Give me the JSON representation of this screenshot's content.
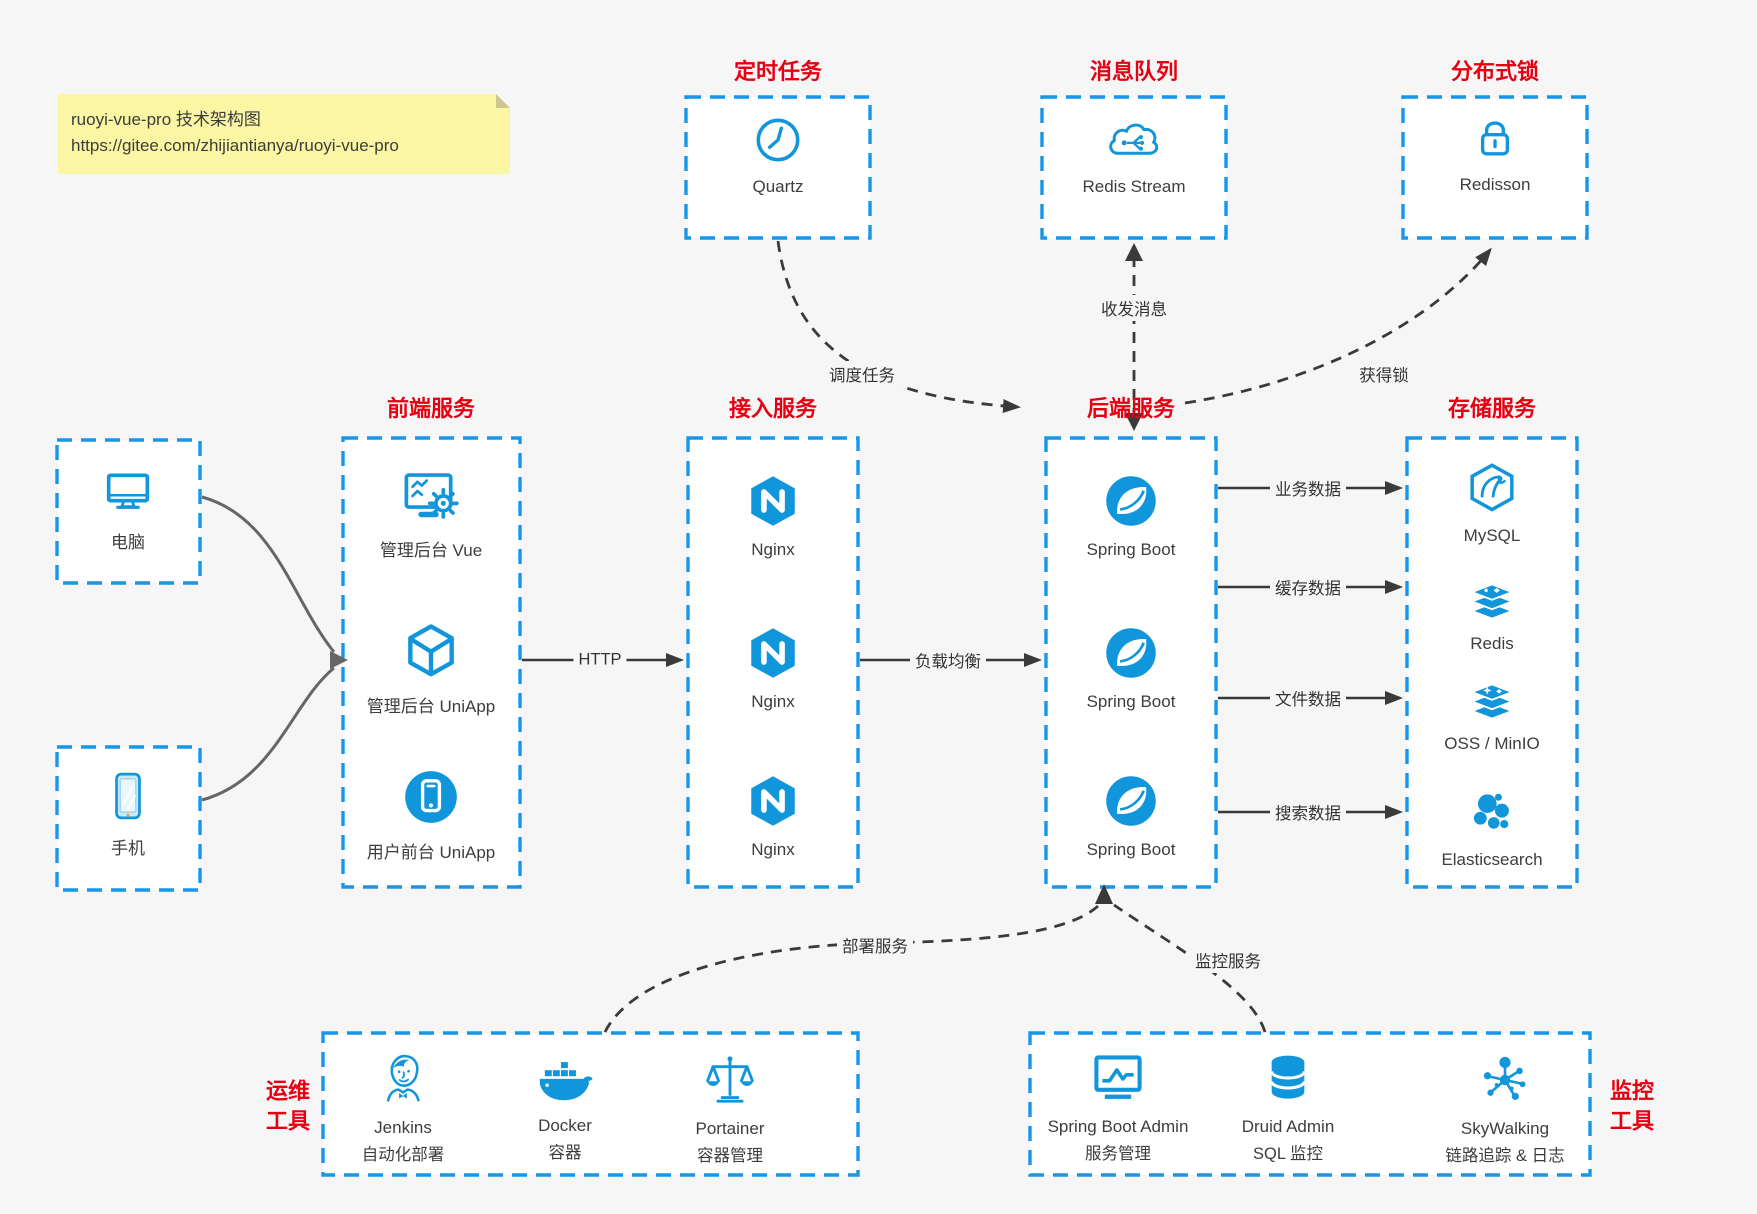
{
  "title_note": {
    "line1": "ruoyi-vue-pro 技术架构图",
    "line2": "https://gitee.com/zhijiantianya/ruoyi-vue-pro"
  },
  "colors": {
    "icon_blue": "#1296db",
    "border_blue": "#1697e8",
    "title_red": "#e60012",
    "canvas_bg": "#f6f6f7",
    "box_bg": "#ffffff",
    "note_bg": "#fbf6a3",
    "line_dark": "#3a3a3a",
    "line_gray": "#666666",
    "label_text": "#3d3d3d"
  },
  "groups": {
    "scheduled_job": {
      "title": "定时任务",
      "items": [
        {
          "label": "Quartz",
          "icon": "clock-icon"
        }
      ]
    },
    "message_queue": {
      "title": "消息队列",
      "items": [
        {
          "label": "Redis Stream",
          "icon": "cloud-network-icon"
        }
      ]
    },
    "distributed_lock": {
      "title": "分布式锁",
      "items": [
        {
          "label": "Redisson",
          "icon": "lock-icon"
        }
      ]
    },
    "clients": {
      "items": [
        {
          "label": "电脑",
          "icon": "desktop-icon"
        },
        {
          "label": "手机",
          "icon": "smartphone-icon"
        }
      ]
    },
    "frontend": {
      "title": "前端服务",
      "items": [
        {
          "label": "管理后台 Vue",
          "icon": "admin-screen-gear-icon"
        },
        {
          "label": "管理后台 UniApp",
          "icon": "uniapp-cube-icon"
        },
        {
          "label": "用户前台 UniApp",
          "icon": "mobile-app-circle-icon"
        }
      ]
    },
    "gateway": {
      "title": "接入服务",
      "items": [
        {
          "label": "Nginx",
          "icon": "nginx-hexagon-icon"
        },
        {
          "label": "Nginx",
          "icon": "nginx-hexagon-icon"
        },
        {
          "label": "Nginx",
          "icon": "nginx-hexagon-icon"
        }
      ]
    },
    "backend": {
      "title": "后端服务",
      "items": [
        {
          "label": "Spring Boot",
          "icon": "spring-leaf-icon"
        },
        {
          "label": "Spring Boot",
          "icon": "spring-leaf-icon"
        },
        {
          "label": "Spring Boot",
          "icon": "spring-leaf-icon"
        }
      ]
    },
    "storage": {
      "title": "存储服务",
      "items": [
        {
          "label": "MySQL",
          "icon": "mysql-dolphin-icon"
        },
        {
          "label": "Redis",
          "icon": "redis-stack-icon"
        },
        {
          "label": "OSS / MinIO",
          "icon": "oss-stack-icon"
        },
        {
          "label": "Elasticsearch",
          "icon": "elasticsearch-cluster-icon"
        }
      ]
    },
    "devops_tools": {
      "title": "运维工具",
      "items": [
        {
          "label": "Jenkins",
          "sub": "自动化部署",
          "icon": "jenkins-icon"
        },
        {
          "label": "Docker",
          "sub": "容器",
          "icon": "docker-whale-icon"
        },
        {
          "label": "Portainer",
          "sub": "容器管理",
          "icon": "scales-icon"
        }
      ]
    },
    "monitor_tools": {
      "title": "监控工具",
      "items": [
        {
          "label": "Spring Boot Admin",
          "sub": "服务管理",
          "icon": "monitor-chart-icon"
        },
        {
          "label": "Druid Admin",
          "sub": "SQL 监控",
          "icon": "database-icon"
        },
        {
          "label": "SkyWalking",
          "sub": "链路追踪 & 日志",
          "icon": "network-nodes-icon"
        }
      ]
    }
  },
  "edges": {
    "http": "HTTP",
    "load_balance": "负载均衡",
    "schedule_job": "调度任务",
    "send_receive_msg": "收发消息",
    "acquire_lock": "获得锁",
    "business_data": "业务数据",
    "cache_data": "缓存数据",
    "file_data": "文件数据",
    "search_data": "搜索数据",
    "deploy_service": "部署服务",
    "monitor_service": "监控服务"
  }
}
